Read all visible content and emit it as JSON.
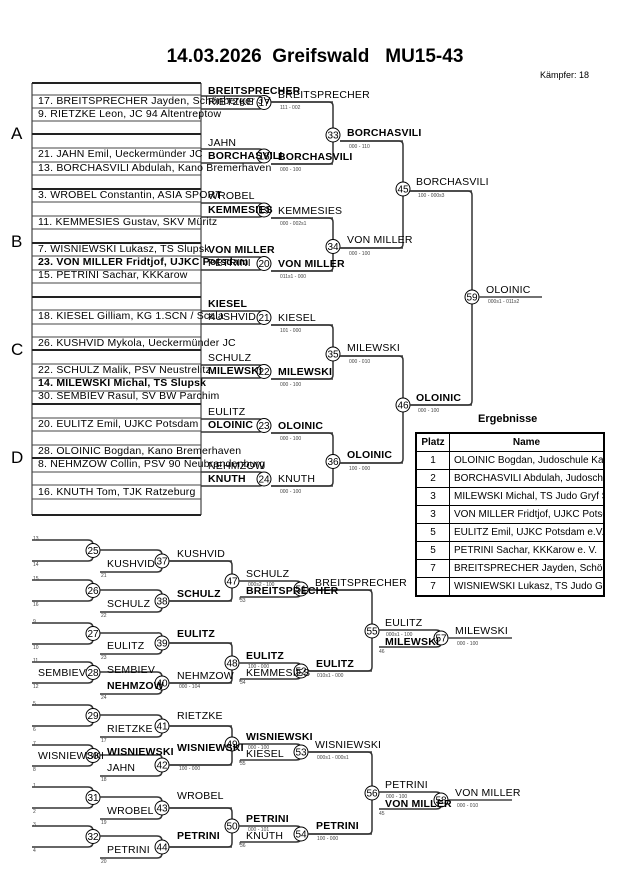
{
  "header": {
    "title": "14.03.2026  Greifswald   MU15-43",
    "fighter_count": "Kämpfer: 18"
  },
  "groups": [
    "A",
    "B",
    "C",
    "D"
  ],
  "pool_entries": [
    {
      "text": "17. BREITSPRECHER Jayden, Schönberger JV",
      "bold": false
    },
    {
      "text": "9. RIETZKE Leon, JC 94 Altentreptow",
      "bold": false
    },
    {
      "text": "21. JAHN Emil, Ueckermünder JC",
      "bold": false
    },
    {
      "text": "13. BORCHASVILI Abdulah, Kano Bremerhaven",
      "bold": false
    },
    {
      "text": "3. WROBEL Constantin, ASIA SPORT",
      "bold": false
    },
    {
      "text": "11. KEMMESIES Gustav, SKV Müritz",
      "bold": false
    },
    {
      "text": "7. WISNIEWSKI Lukasz, TS Slupsk",
      "bold": false
    },
    {
      "text": "23. VON MILLER Fridtjof, UJKC Potsdam",
      "bold": true
    },
    {
      "text": "15. PETRINI Sachar, KKKarow",
      "bold": false
    },
    {
      "text": "18. KIESEL Gilliam, KG 1.SCN / Scala",
      "bold": false
    },
    {
      "text": "26. KUSHVID Mykola, Ueckermünder JC",
      "bold": false
    },
    {
      "text": "22. SCHULZ Malik, PSV Neustrelitz",
      "bold": false
    },
    {
      "text": "14. MILEWSKI Michal, TS Slupsk",
      "bold": true
    },
    {
      "text": "30. SEMBIEV Rasul, SV BW Parchim",
      "bold": false
    },
    {
      "text": "20. EULITZ Emil, UJKC Potsdam",
      "bold": false
    },
    {
      "text": "28. OLOINIC Bogdan, Kano Bremerhaven",
      "bold": false
    },
    {
      "text": "8. NEHMZOW Collin, PSV 90 Neubrandenburg",
      "bold": false
    },
    {
      "text": "16. KNUTH Tom, TJK Ratzeburg",
      "bold": false
    }
  ],
  "main_bracket": {
    "round1": [
      {
        "fight": "17",
        "top": "BREITSPRECHER",
        "bottom": "RIETZKE",
        "winner": "BREITSPRECHER",
        "score": "111 - 002"
      },
      {
        "fight": "18",
        "top": "JAHN",
        "bottom": "BORCHASVILI",
        "winner": "BORCHASVILI",
        "score": "000 - 100"
      },
      {
        "fight": "19",
        "top": "WROBEL",
        "bottom": "KEMMESIES",
        "winner": "KEMMESIES",
        "score": "000 - 002s1"
      },
      {
        "fight": "20",
        "top": "VON MILLER",
        "bottom": "PETRINI",
        "winner": "VON MILLER",
        "score": "011s1 - 000"
      },
      {
        "fight": "21",
        "top": "KIESEL",
        "bottom": "KUSHVID",
        "winner": "KIESEL",
        "score": "101 - 000"
      },
      {
        "fight": "22",
        "top": "SCHULZ",
        "bottom": "MILEWSKI",
        "winner": "MILEWSKI",
        "score": "000 - 100"
      },
      {
        "fight": "23",
        "top": "EULITZ",
        "bottom": "OLOINIC",
        "winner": "OLOINIC",
        "score": "000 - 100"
      },
      {
        "fight": "24",
        "top": "NEHMZOW",
        "bottom": "KNUTH",
        "winner": "KNUTH",
        "score": "000 - 100"
      }
    ],
    "round2": [
      {
        "fight": "33",
        "winner": "BORCHASVILI",
        "score": "000 - 110"
      },
      {
        "fight": "34",
        "winner": "VON MILLER",
        "score": "000 - 100"
      },
      {
        "fight": "35",
        "winner": "MILEWSKI",
        "score": "000 - 010"
      },
      {
        "fight": "36",
        "winner": "OLOINIC",
        "score": "100 - 000"
      }
    ],
    "semis": [
      {
        "fight": "45",
        "winner": "BORCHASVILI",
        "score": "100 - 000s3"
      },
      {
        "fight": "46",
        "winner": "OLOINIC",
        "score": "000 - 100"
      }
    ],
    "final": {
      "fight": "59",
      "winner": "OLOINIC",
      "score": "000s1 - 011s2"
    }
  },
  "repechage": {
    "r1": [
      {
        "fight": "25",
        "a": "13",
        "b": "14",
        "winner": ""
      },
      {
        "fight": "26",
        "a": "15",
        "b": "16",
        "winner": ""
      },
      {
        "fight": "27",
        "a": "9",
        "b": "10",
        "winner": ""
      },
      {
        "fight": "28",
        "a": "11",
        "b": "12",
        "winner": "SEMBIEV"
      },
      {
        "fight": "29",
        "a": "5",
        "b": "6",
        "winner": ""
      },
      {
        "fight": "30",
        "a": "7",
        "b": "8",
        "winner": "WISNIEWSKI"
      },
      {
        "fight": "31",
        "a": "1",
        "b": "2",
        "winner": ""
      },
      {
        "fight": "32",
        "a": "3",
        "b": "4",
        "winner": ""
      }
    ],
    "r2": [
      {
        "fight": "37",
        "top": "",
        "bottom": "KUSHVID",
        "bref": "21",
        "winner": "KUSHVID",
        "score": ""
      },
      {
        "fight": "38",
        "top": "",
        "bottom": "SCHULZ",
        "bref": "22",
        "winner": "SCHULZ",
        "score": ""
      },
      {
        "fight": "39",
        "top": "",
        "bottom": "EULITZ",
        "bref": "23",
        "winner": "EULITZ",
        "score": ""
      },
      {
        "fight": "40",
        "top": "SEMBIEV",
        "bottom": "NEHMZOW",
        "bref": "24",
        "winner": "NEHMZOW",
        "score": "000 - 104"
      },
      {
        "fight": "41",
        "top": "",
        "bottom": "RIETZKE",
        "bref": "17",
        "winner": "RIETZKE",
        "score": ""
      },
      {
        "fight": "42",
        "top": "WISNIEWSKI",
        "bottom": "JAHN",
        "bref": "18",
        "winner": "WISNIEWSKI",
        "score": "100 - 000"
      },
      {
        "fight": "43",
        "top": "",
        "bottom": "WROBEL",
        "bref": "19",
        "winner": "WROBEL",
        "score": ""
      },
      {
        "fight": "44",
        "top": "",
        "bottom": "PETRINI",
        "bref": "20",
        "winner": "PETRINI",
        "score": ""
      }
    ],
    "r3": [
      {
        "fight": "47",
        "winner": "SCHULZ",
        "score": "000s2 - 100",
        "loser_in": "BREITSPRECHER",
        "ref": "33"
      },
      {
        "fight": "48",
        "winner": "EULITZ",
        "score": "100 - 000",
        "loser_in": "KEMMESIES",
        "ref": "34"
      },
      {
        "fight": "49",
        "winner": "WISNIEWSKI",
        "score": "000 - 100",
        "loser_in": "KIESEL",
        "ref": "35"
      },
      {
        "fight": "50",
        "winner": "PETRINI",
        "score": "000 - 101",
        "loser_in": "KNUTH",
        "ref": "36"
      }
    ],
    "r4": [
      {
        "fight": "51",
        "winner": "BREITSPRECHER",
        "score": "000 - 100"
      },
      {
        "fight": "52",
        "winner": "EULITZ",
        "score": "010s1 - 000"
      },
      {
        "fight": "53",
        "winner": "WISNIEWSKI",
        "score": "000s1 - 000s1"
      },
      {
        "fight": "54",
        "winner": "PETRINI",
        "score": "100 - 000"
      }
    ],
    "r5": [
      {
        "fight": "55",
        "winner": "EULITZ",
        "score": "000s1 - 100",
        "loser_in": "MILEWSKI",
        "ref": "46"
      },
      {
        "fight": "56",
        "winner": "PETRINI",
        "score": "000 - 100",
        "loser_in": "VON MILLER",
        "ref": "45"
      }
    ],
    "bronze": [
      {
        "fight": "57",
        "winner": "MILEWSKI",
        "score": "000 - 100"
      },
      {
        "fight": "58",
        "winner": "VON MILLER",
        "score": "000 - 010"
      }
    ]
  },
  "results": {
    "title": "Ergebnisse",
    "headers": [
      "Platz",
      "Name"
    ],
    "rows": [
      [
        "1",
        "OLOINIC Bogdan, Judoschule Kano Bremerhaven"
      ],
      [
        "2",
        "BORCHASVILI Abdulah, Judoschule Kano Bremerhaven"
      ],
      [
        "3",
        "MILEWSKI Michal, TS Judo Gryf Supsk"
      ],
      [
        "3",
        "VON MILLER Fridtjof, UJKC Potsdam e.V."
      ],
      [
        "5",
        "EULITZ Emil, UJKC Potsdam e.V."
      ],
      [
        "5",
        "PETRINI Sachar, KKKarow e. V."
      ],
      [
        "7",
        "BREITSPRECHER Jayden, Schönberger JV"
      ],
      [
        "7",
        "WISNIEWSKI Lukasz, TS Judo Gryf Supsk"
      ]
    ]
  }
}
